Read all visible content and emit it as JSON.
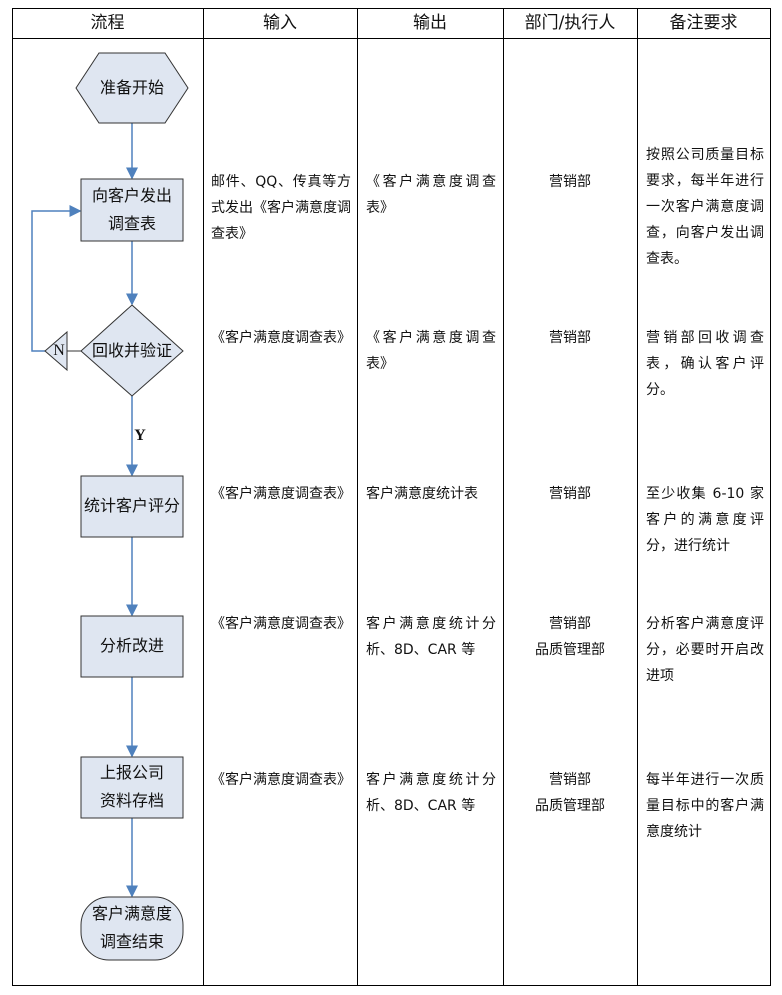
{
  "headers": [
    "流程",
    "输入",
    "输出",
    "部门/执行人",
    "备注要求"
  ],
  "flow": {
    "start": "准备开始",
    "send": [
      "向客户发出",
      "调查表"
    ],
    "verify": "回收并验证",
    "no": "N",
    "yes": "Y",
    "stats": "统计客户评分",
    "improve": "分析改进",
    "report": [
      "上报公司",
      "资料存档"
    ],
    "end": [
      "客户满意度",
      "调查结束"
    ]
  },
  "rows": [
    {
      "input": "邮件、QQ、传真等方式发出《客户满意度调查表》",
      "output": "《客户满意度调查表》",
      "dept": [
        "营销部"
      ],
      "remark": "按照公司质量目标要求，每半年进行一次客户满意度调查，向客户发出调查表。"
    },
    {
      "input": "《客户满意度调查表》",
      "output": "《客户满意度调查表》",
      "dept": [
        "营销部"
      ],
      "remark": "营销部回收调查表，确认客户评分。"
    },
    {
      "input": "《客户满意度调查表》",
      "output": "客户满意度统计表",
      "dept": [
        "营销部"
      ],
      "remark": "至少收集 6-10 家客户的满意度评分，进行统计"
    },
    {
      "input": "《客户满意度调查表》",
      "output": "客户满意度统计分析、8D、CAR 等",
      "dept": [
        "营销部",
        "品质管理部"
      ],
      "remark": "分析客户满意度评分，必要时开启改进项"
    },
    {
      "input": "《客户满意度调查表》",
      "output": "客户满意度统计分析、8D、CAR 等",
      "dept": [
        "营销部",
        "品质管理部"
      ],
      "remark": "每半年进行一次质量目标中的客户满意度统计"
    }
  ],
  "colors": {
    "shape_fill": "#dfe6f1",
    "arrow": "#4f81bd"
  }
}
